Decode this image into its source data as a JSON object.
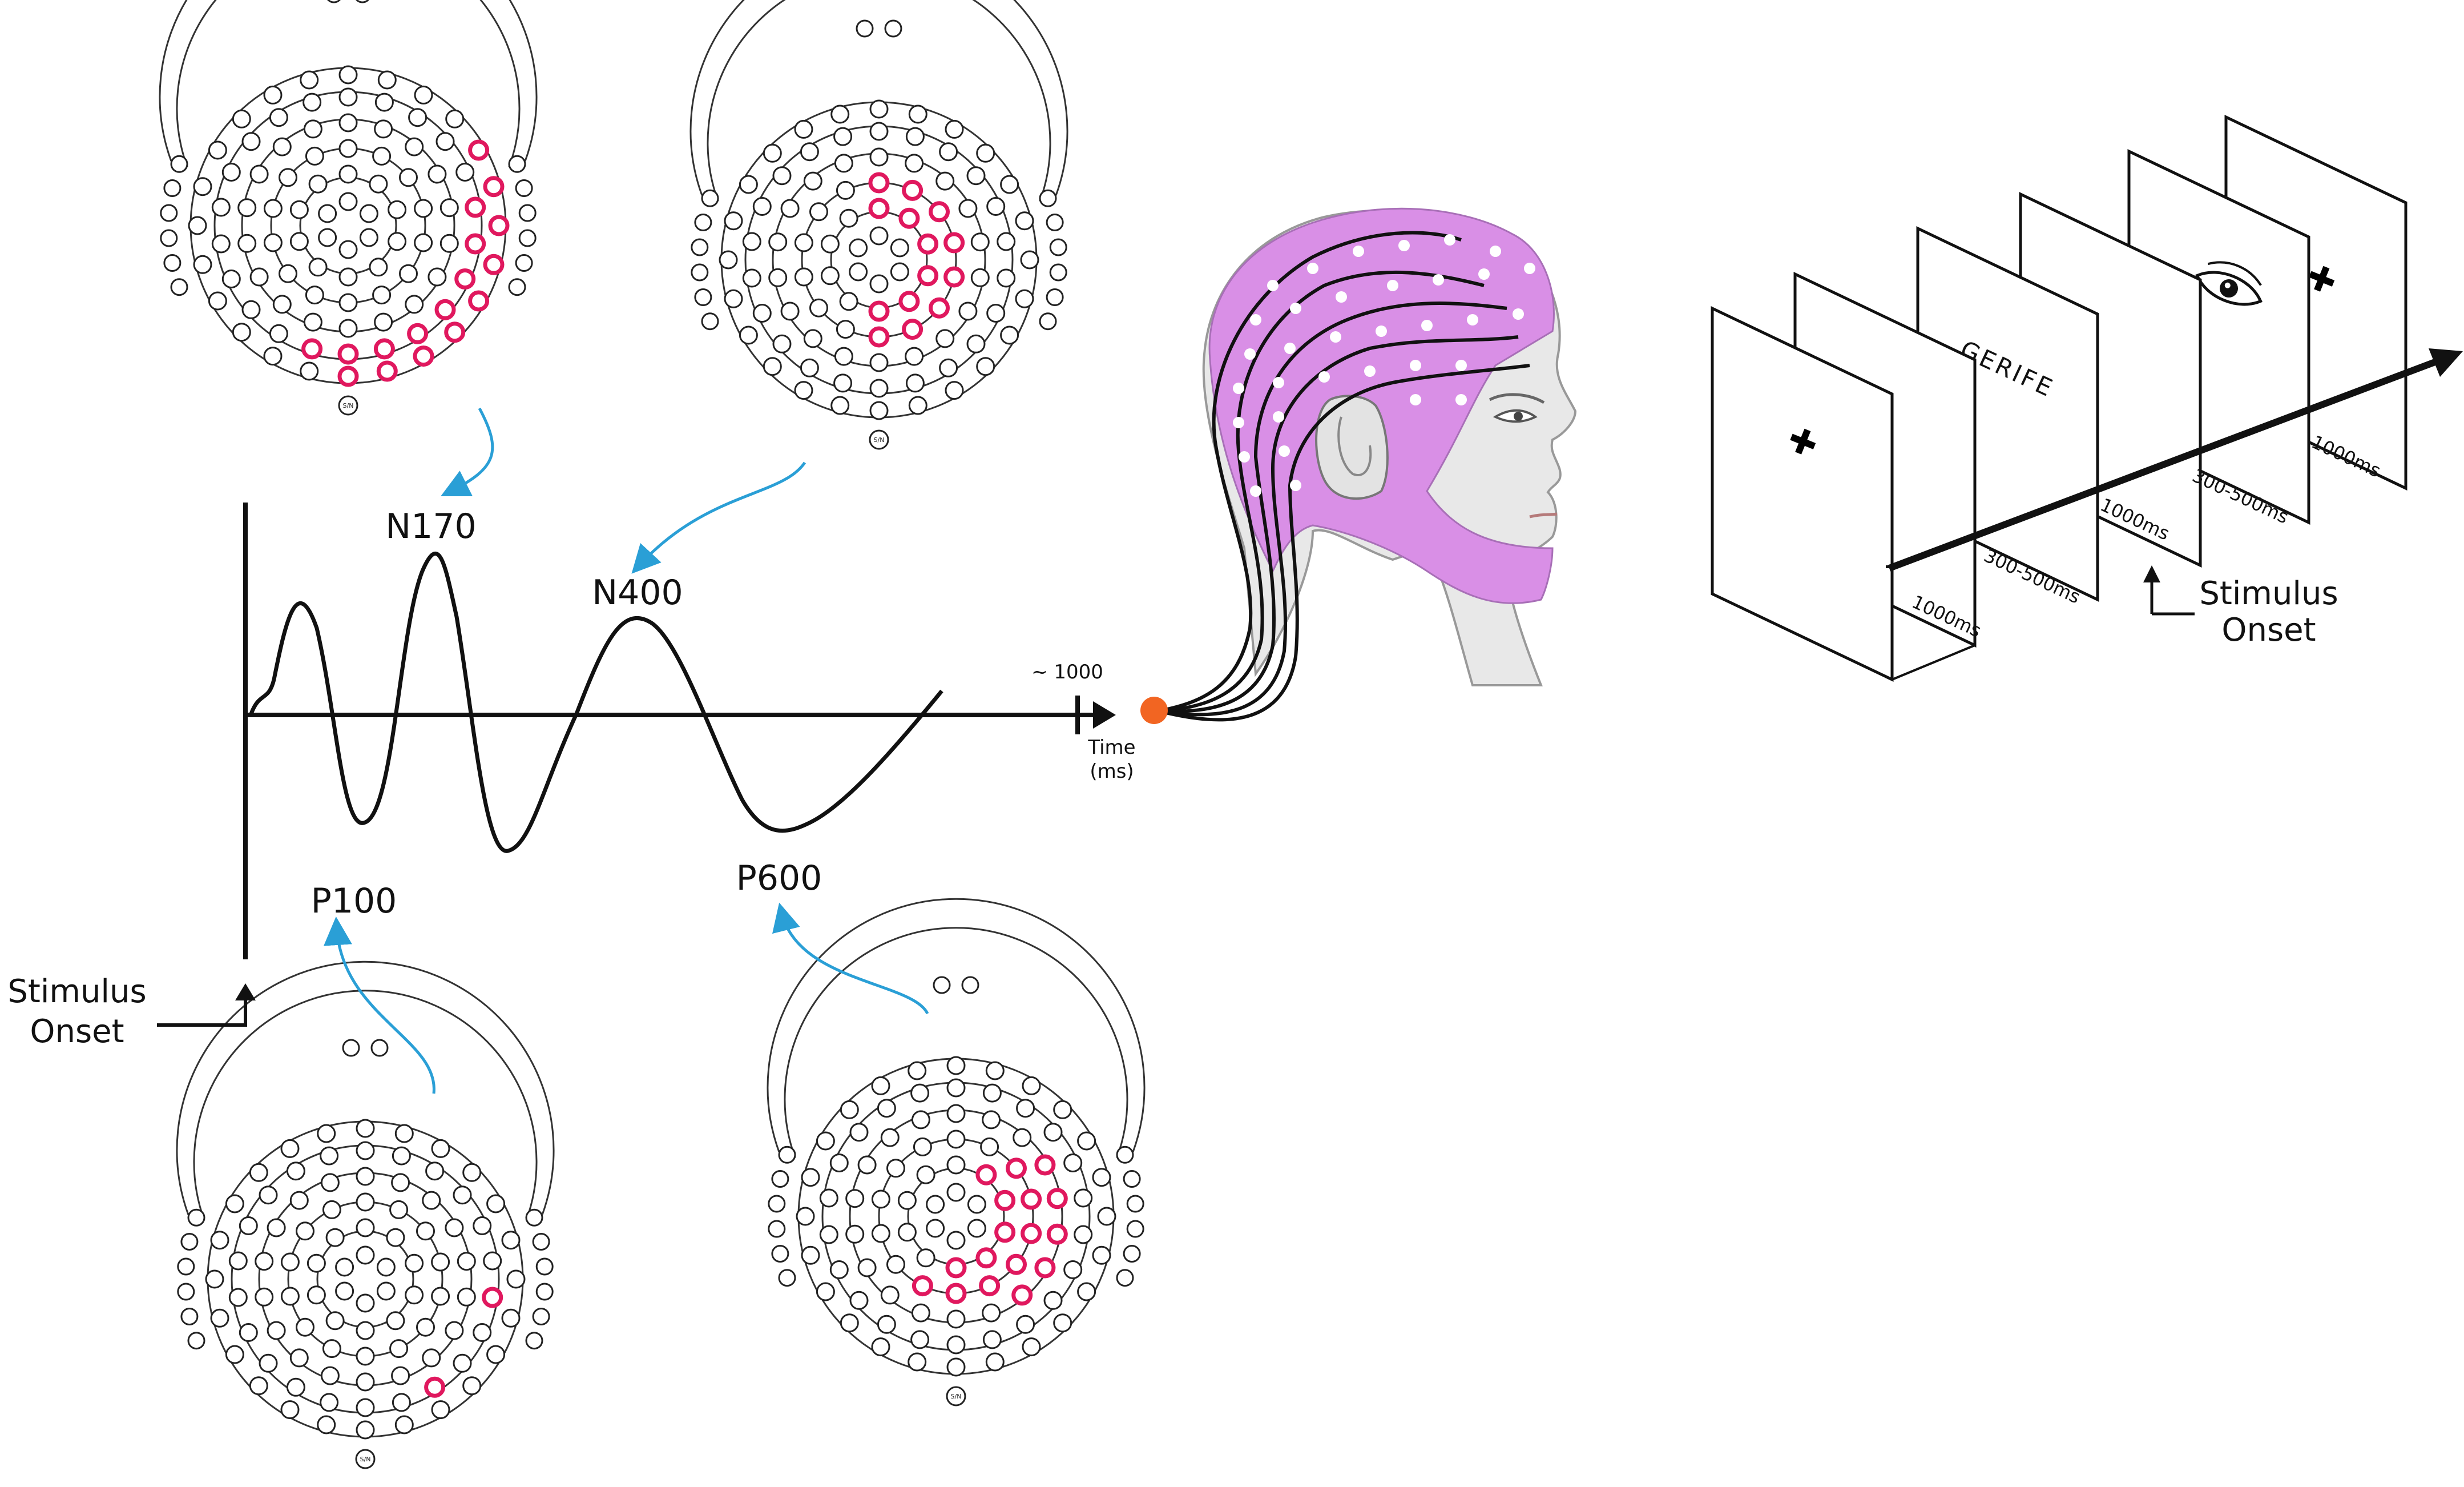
{
  "erp": {
    "components": [
      "N170",
      "N400",
      "P100",
      "P600"
    ],
    "tick_label": "~ 1000",
    "axis_label_line1": "Time",
    "axis_label_line2": "(ms)",
    "onset_line1": "Stimulus",
    "onset_line2": "Onset"
  },
  "paradigm": {
    "word": "GERIFE",
    "timings": [
      "1000ms",
      "300-500ms",
      "1000ms",
      "300-500ms",
      "1000ms"
    ],
    "onset_line1": "Stimulus",
    "onset_line2": "Onset"
  },
  "net": {
    "ground_label": "S/N"
  },
  "colors": {
    "highlight": "#e0185e",
    "arrow": "#2a9fd6",
    "cap": "#d98fe6",
    "sensor": "#f26522"
  }
}
